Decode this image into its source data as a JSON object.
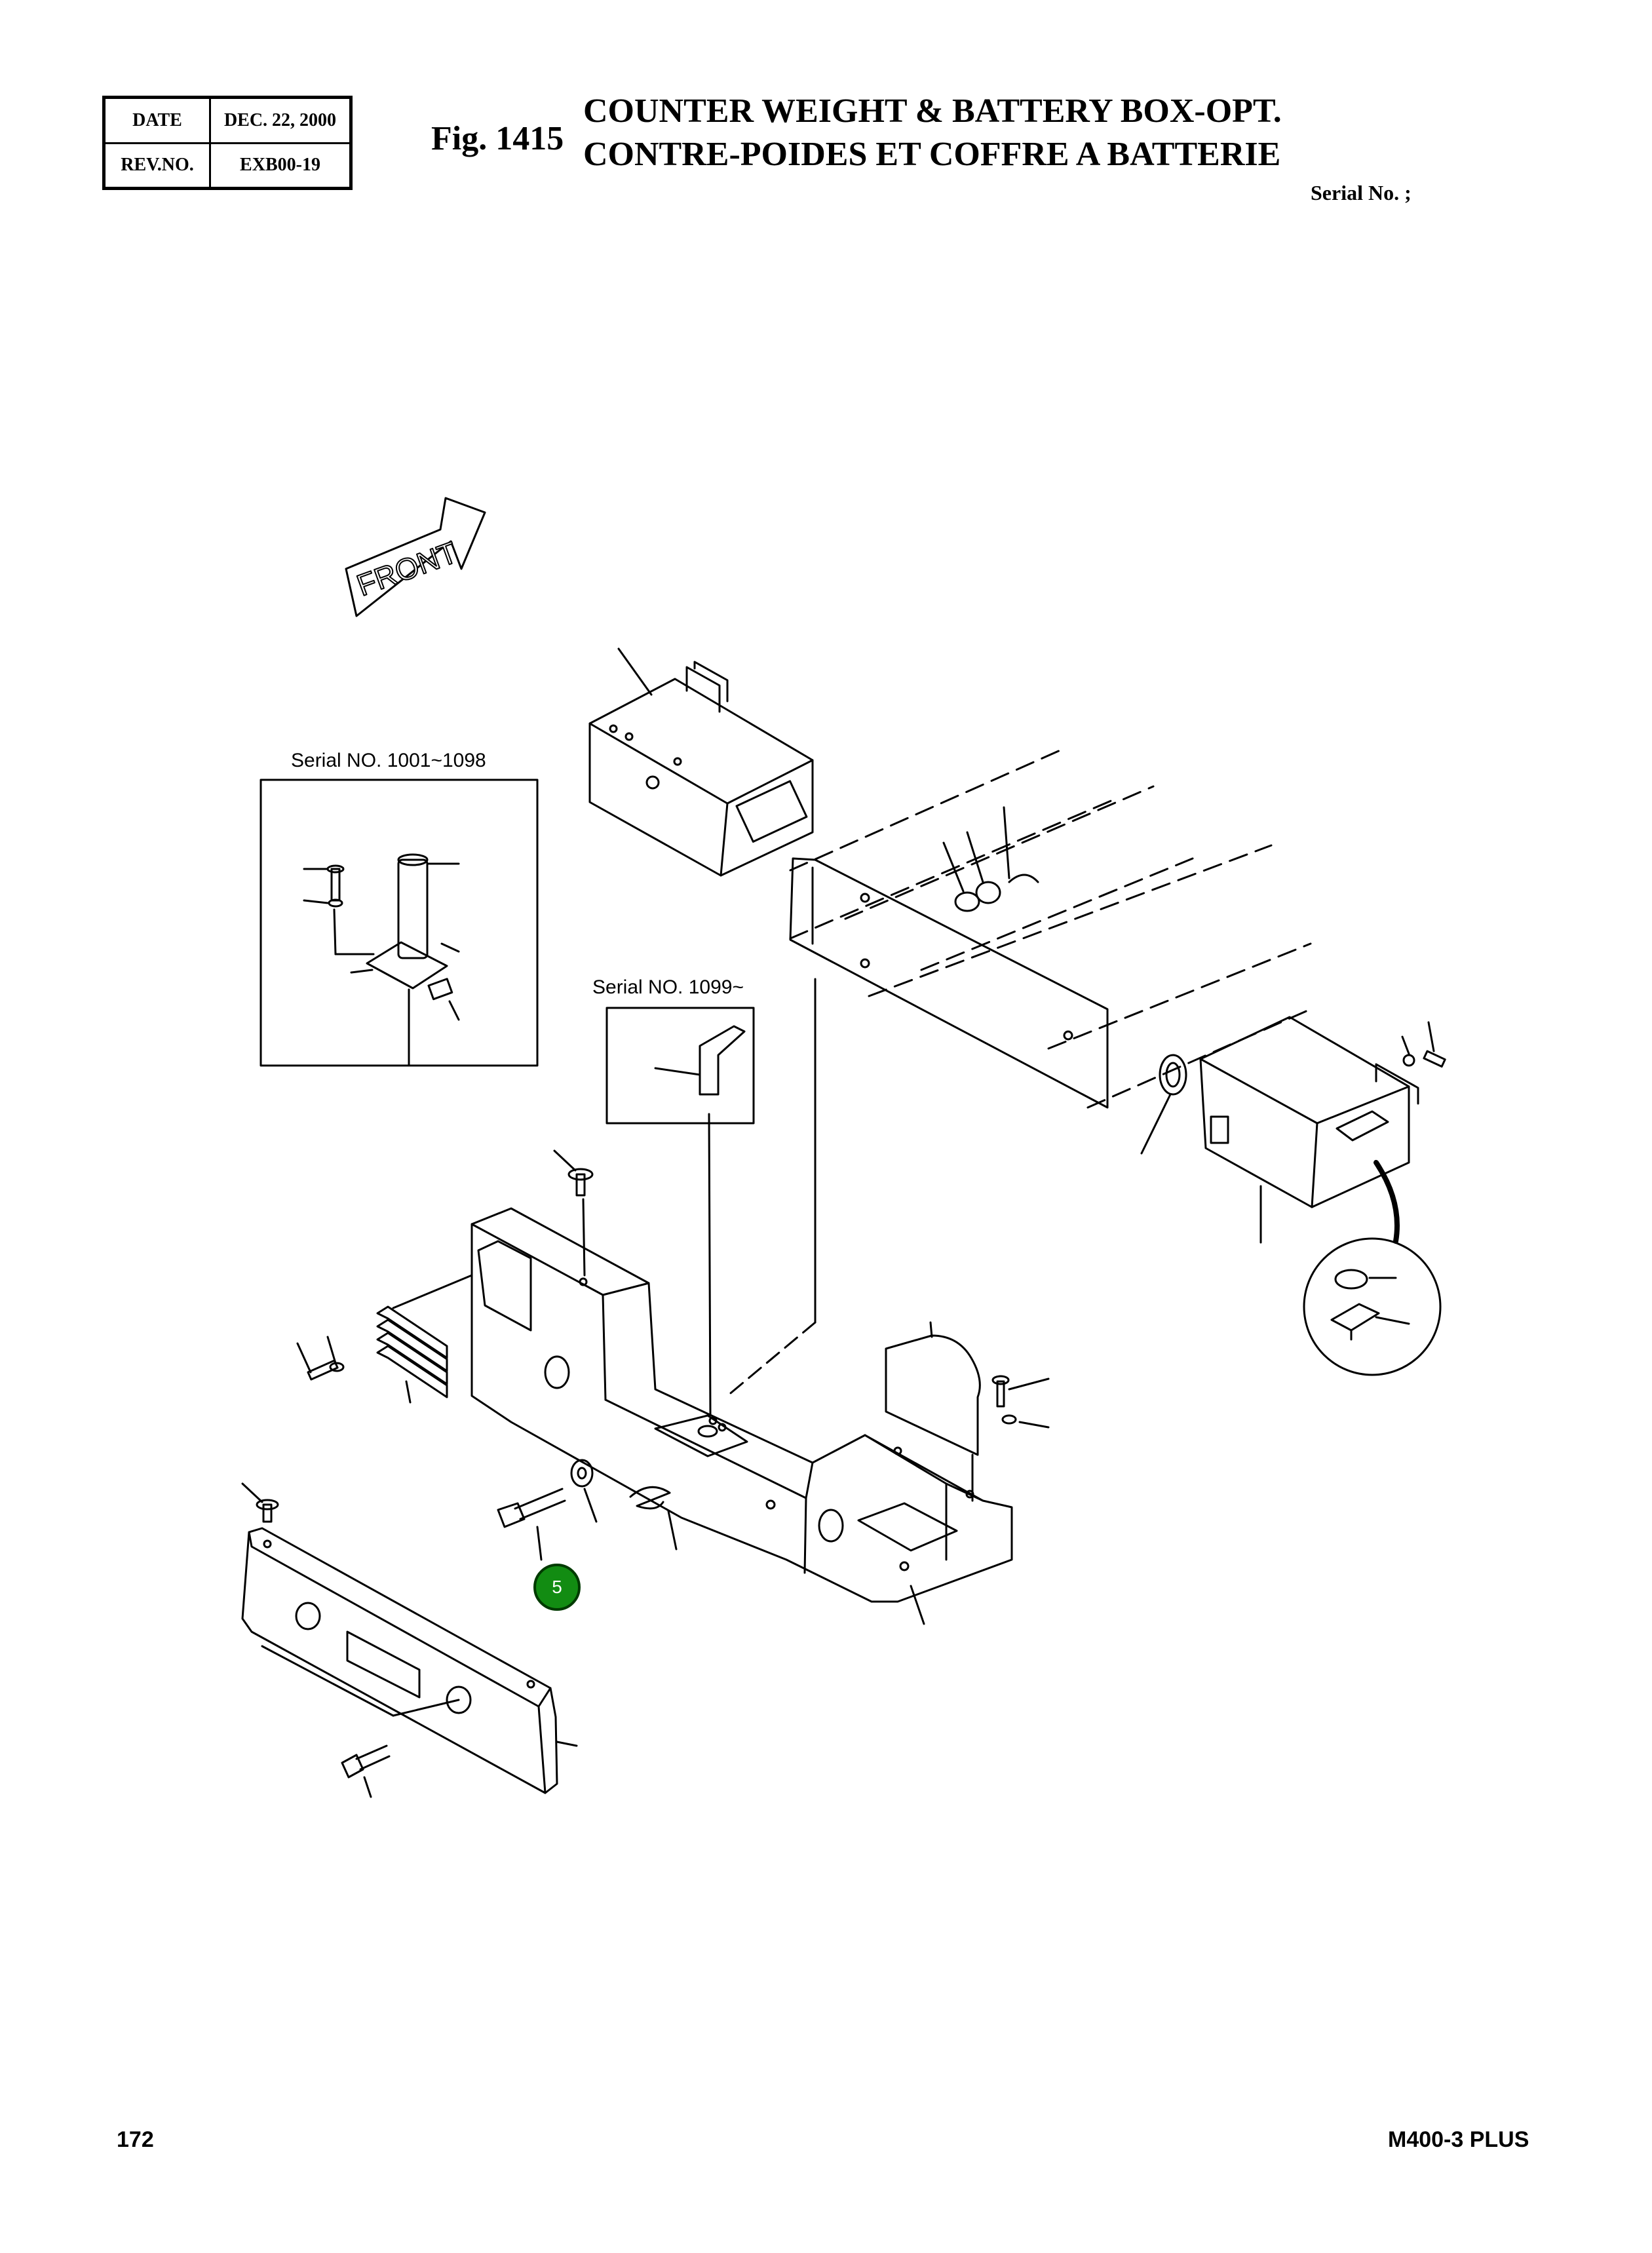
{
  "header": {
    "date_label": "DATE",
    "date_value": "DEC. 22, 2000",
    "rev_label": "REV.NO.",
    "rev_value": "EXB00-19",
    "fig_number": "Fig. 1415",
    "title_en": "COUNTER WEIGHT & BATTERY BOX-OPT.",
    "title_fr": "CONTRE-POIDES ET COFFRE A BATTERIE",
    "serial_line": "Serial No. ;"
  },
  "diagram": {
    "front_arrow_label": "FRONT",
    "inset_a_label": "Serial NO. 1001~1098",
    "inset_b_label": "Serial NO.  1099~",
    "callout_number": "5"
  },
  "footer": {
    "page_number": "172",
    "model": "M400-3 PLUS"
  },
  "colors": {
    "callout_fill": "#128c12",
    "line": "#000000"
  }
}
